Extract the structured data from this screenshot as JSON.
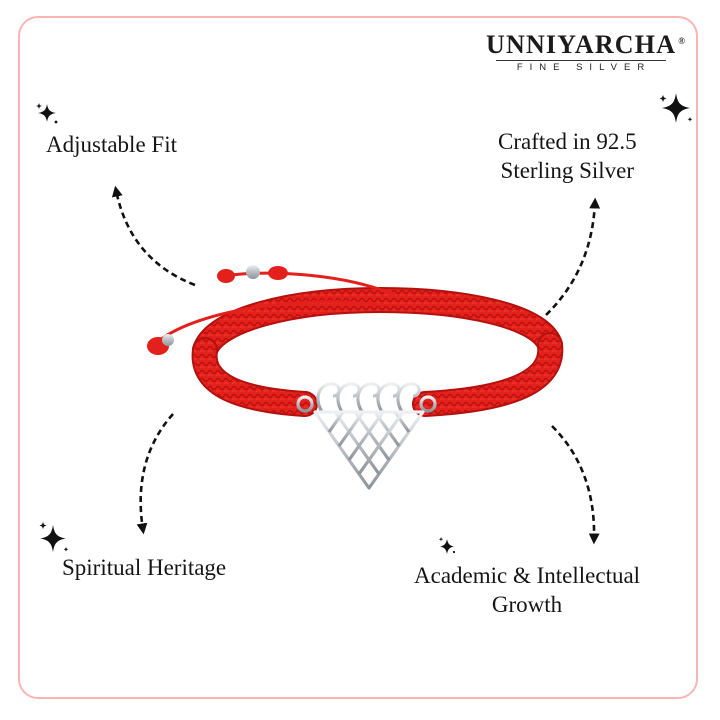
{
  "brand": {
    "name": "UNNIYARCHA",
    "registered_mark": "®",
    "tagline": "FINE SILVER"
  },
  "features": [
    {
      "label": "Adjustable Fit",
      "icon": "sparkle-icon"
    },
    {
      "line1": "Crafted in 92.5",
      "line2": "Sterling Silver",
      "icon": "sparkle-icon"
    },
    {
      "label": "Spiritual Heritage",
      "icon": "sparkle-icon"
    },
    {
      "line1": "Academic & Intellectual",
      "line2": "Growth",
      "icon": "sparkle-icon"
    }
  ],
  "product": {
    "description": "Red macramé thread bracelet with silver triangular pendant",
    "cord_color": "#e3201b",
    "metal_color": "#c9cdd2"
  },
  "theme": {
    "border_color": "#fbb4b4",
    "text_color": "#151515",
    "background": "#ffffff"
  }
}
